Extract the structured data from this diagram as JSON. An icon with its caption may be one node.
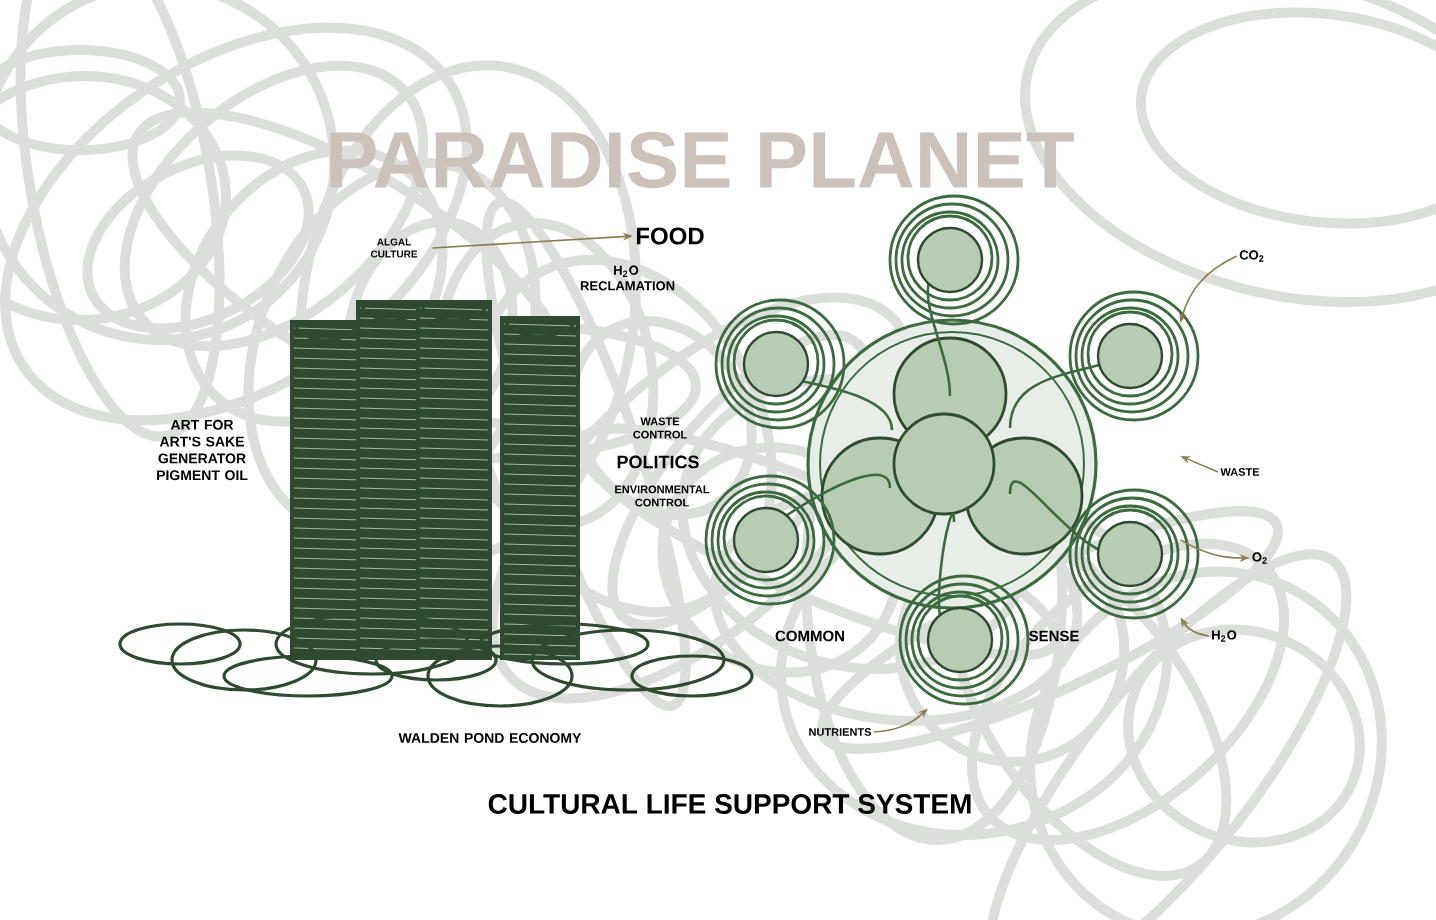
{
  "diagram": {
    "title": "PARADISE PLANET",
    "caption": "CULTURAL LIFE SUPPORT SYSTEM",
    "nodes": [
      {
        "text": [
          "ALGAL CULTURE"
        ]
      },
      {
        "text": [
          "FOOD"
        ]
      },
      {
        "text": [],
        "shape": "picture"
      },
      {
        "text": [
          "CO$_{2}$"
        ]
      },
      {
        "text": [
          "WASTE"
        ]
      },
      {
        "text": [
          "O$_{2}$"
        ]
      },
      {
        "text": [
          "H$_{2}$O"
        ]
      },
      {
        "text": [
          "NUTRIENTS"
        ]
      }
    ],
    "edges": [
      {
        "from": 0,
        "to": 1,
        "arrow": "to"
      },
      {
        "from": 3,
        "to": 2,
        "arrow": "to"
      },
      {
        "from": 4,
        "to": 2,
        "arrow": "to"
      },
      {
        "from": 2,
        "to": 5,
        "arrow": "to"
      },
      {
        "from": 6,
        "to": 2,
        "arrow": "to"
      },
      {
        "from": 7,
        "to": 2,
        "arrow": "to"
      }
    ],
    "labels": [
      "H$_{2}$O RECLAMATION",
      "ART FOR ART'S SAKE GENERATOR PIGMENT OIL",
      "WASTE CONTROL",
      "POLITICS",
      "ENVIRONMENTAL CONTROL",
      "COMMON",
      "SENSE",
      "WALDEN POND ECONOMY"
    ]
  }
}
